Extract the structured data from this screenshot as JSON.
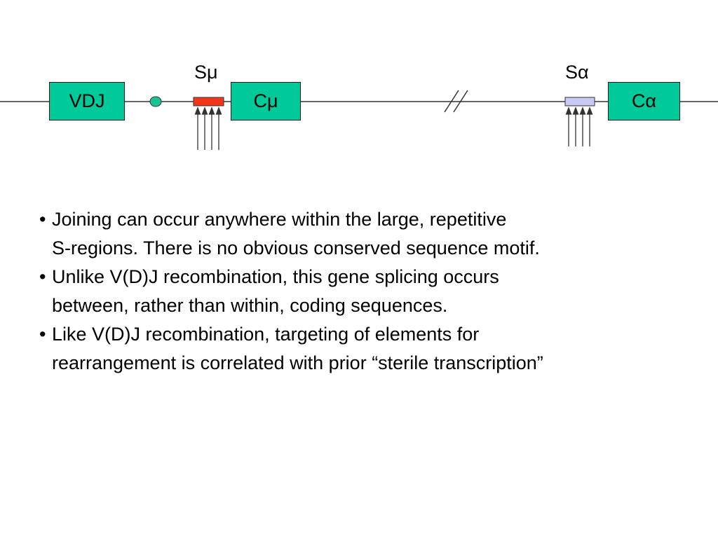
{
  "colors": {
    "box_fill": "#00c99a",
    "s_mu_fill": "#f2361a",
    "s_alpha_fill": "#c8caf6",
    "junction_dot": "#18c496",
    "line": "#333333"
  },
  "diagram": {
    "vdj_label": "VDJ",
    "c_mu_label": "Cμ",
    "c_alpha_label": "Cα",
    "s_mu_label": "Sμ",
    "s_alpha_label": "Sα"
  },
  "bullets": [
    {
      "mark": "•",
      "lines": [
        "Joining can occur anywhere within the large, repetitive",
        "S-regions.  There is no obvious conserved sequence motif."
      ]
    },
    {
      "mark": "•",
      "lines": [
        "Unlike V(D)J recombination, this gene splicing occurs",
        "between, rather than within, coding sequences."
      ]
    },
    {
      "mark": "•",
      "lines": [
        "Like V(D)J recombination, targeting of elements for",
        "rearrangement is correlated with prior “sterile transcription”"
      ]
    }
  ]
}
